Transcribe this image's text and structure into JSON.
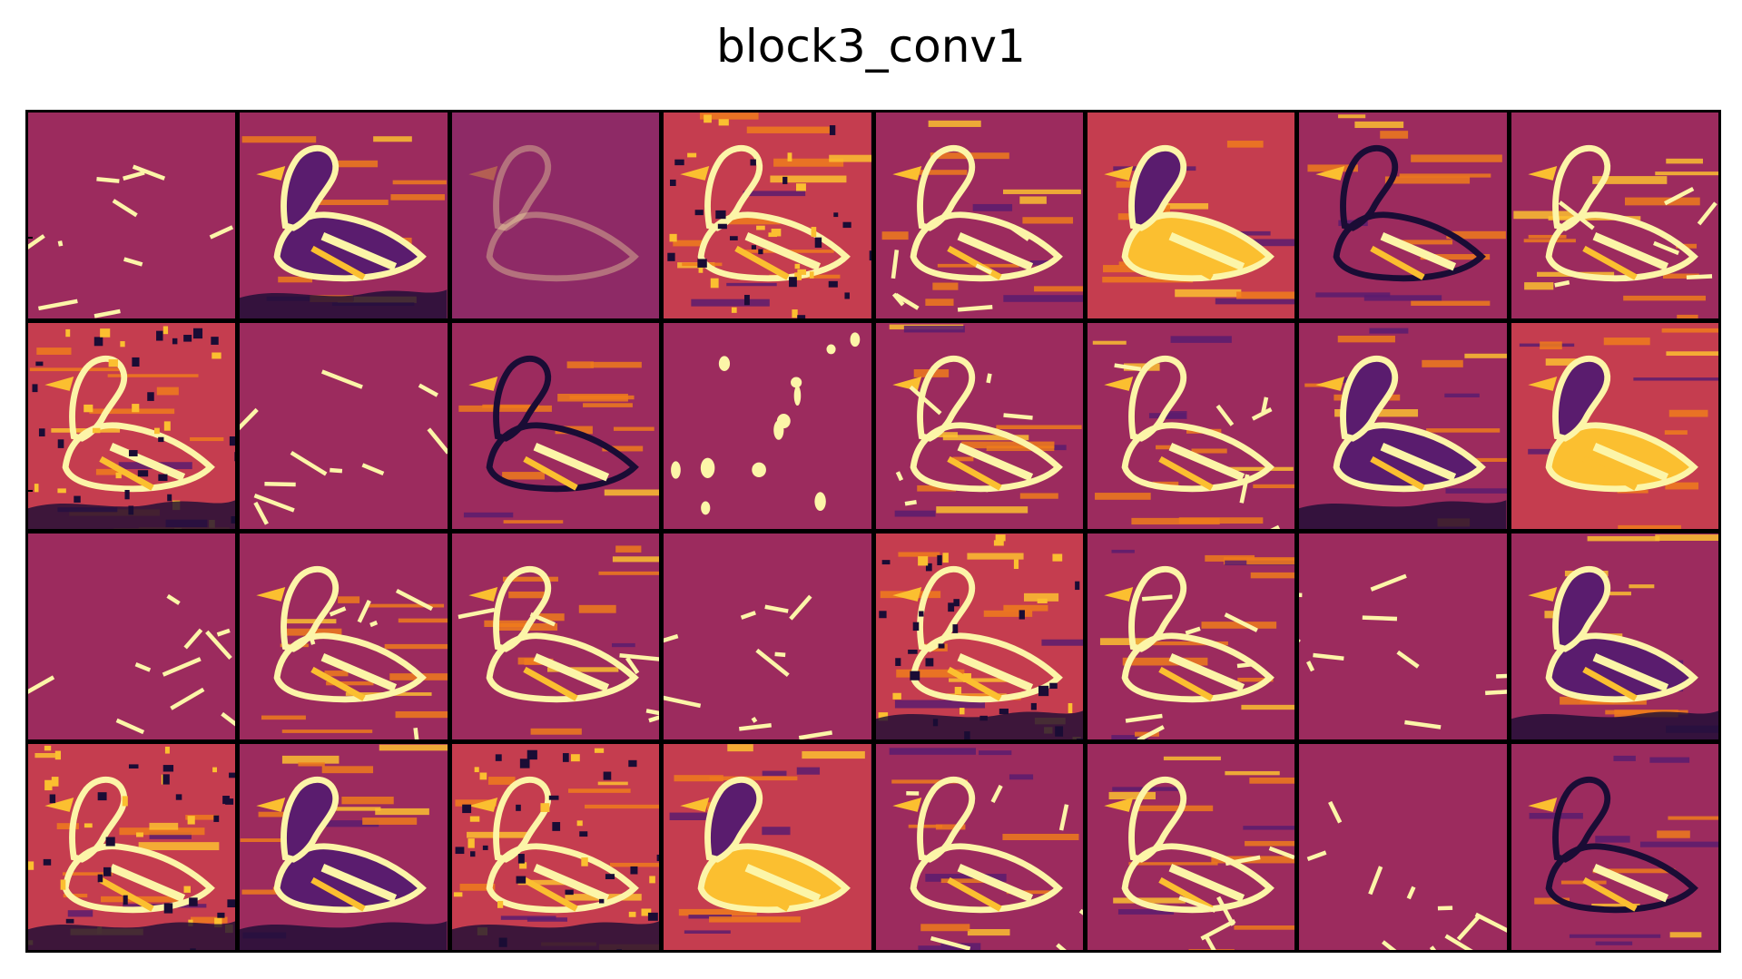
{
  "figure": {
    "title": "block3_conv1",
    "layout": {
      "rows": 4,
      "cols": 8
    },
    "colormap": "inferno",
    "colors": {
      "base": "#9c2b5e",
      "dark": "#5a1c6e",
      "deep": "#1a0c35",
      "mid": "#c53d4f",
      "orange": "#ee7b1c",
      "bright": "#fbbf30",
      "highlight": "#fcf5a8"
    }
  },
  "tiles": [
    {
      "style": "sparse"
    },
    {
      "style": "dark-duck"
    },
    {
      "style": "faint"
    },
    {
      "style": "noisy"
    },
    {
      "style": "edges"
    },
    {
      "style": "blobs"
    },
    {
      "style": "dark-outline"
    },
    {
      "style": "outline"
    },
    {
      "style": "textured"
    },
    {
      "style": "sparse"
    },
    {
      "style": "dark-outline"
    },
    {
      "style": "spots"
    },
    {
      "style": "edges"
    },
    {
      "style": "outline"
    },
    {
      "style": "dark-duck"
    },
    {
      "style": "blobs"
    },
    {
      "style": "sparse"
    },
    {
      "style": "edges"
    },
    {
      "style": "outline"
    },
    {
      "style": "sparse"
    },
    {
      "style": "textured"
    },
    {
      "style": "outline"
    },
    {
      "style": "sparse"
    },
    {
      "style": "dark-duck"
    },
    {
      "style": "textured"
    },
    {
      "style": "dark-duck"
    },
    {
      "style": "textured"
    },
    {
      "style": "blobs"
    },
    {
      "style": "edges"
    },
    {
      "style": "outline"
    },
    {
      "style": "sparse"
    },
    {
      "style": "dark-outline"
    }
  ]
}
